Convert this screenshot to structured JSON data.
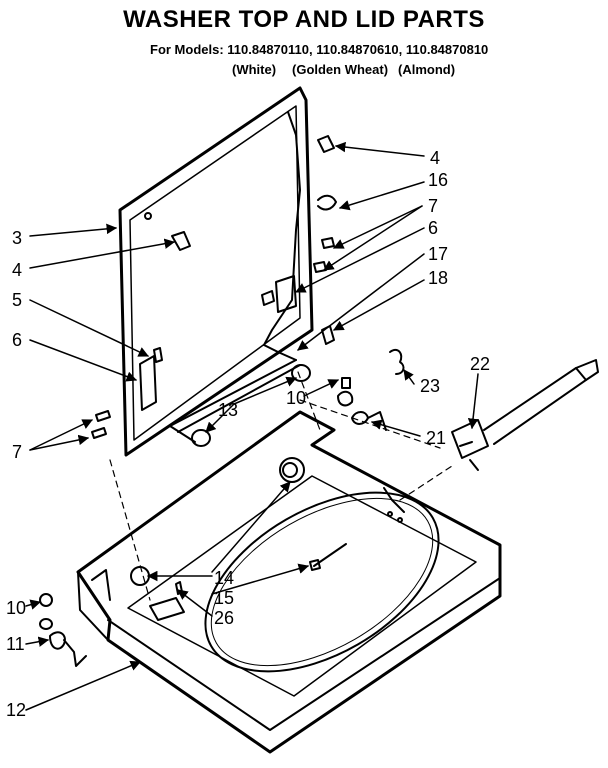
{
  "header": {
    "title": "WASHER TOP AND LID PARTS",
    "models": "For Models: 110.84870110, 110.84870610, 110.84870810",
    "colors": [
      "(White)",
      "(Golden Wheat)",
      "(Almond)"
    ]
  },
  "callouts": [
    "3",
    "4",
    "4",
    "5",
    "6",
    "7",
    "16",
    "7",
    "6",
    "17",
    "18",
    "22",
    "23",
    "10",
    "13",
    "21",
    "14",
    "15",
    "26",
    "10",
    "11",
    "12"
  ]
}
